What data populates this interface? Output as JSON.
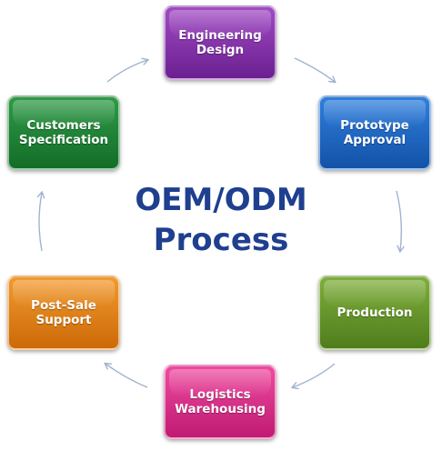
{
  "title": {
    "line1": "OEM/ODM",
    "line2": "Process"
  },
  "steps": [
    {
      "label": "Engineering\nDesign",
      "color": "#7d2aa6"
    },
    {
      "label": "Prototype\nApproval",
      "color": "#1a63bd"
    },
    {
      "label": "Production",
      "color": "#66952a"
    },
    {
      "label": "Logistics\nWarehousing",
      "color": "#d92b86"
    },
    {
      "label": "Post-Sale\nSupport",
      "color": "#e07d14"
    },
    {
      "label": "Customers\nSpecification",
      "color": "#1f8437"
    }
  ],
  "colors": {
    "title": "#1f3f8f",
    "arrow": "#9fb3cf"
  }
}
